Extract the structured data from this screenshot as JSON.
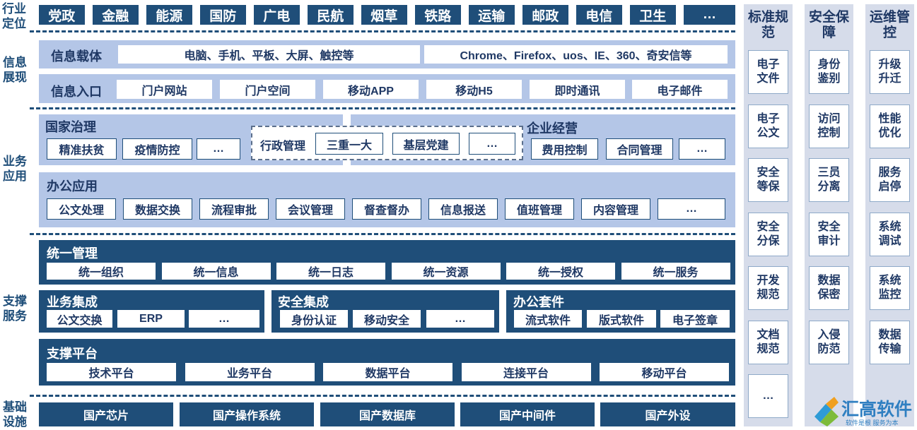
{
  "row_labels": {
    "industry": "行业定位",
    "display": "信息展现",
    "business": "业务应用",
    "support": "支撑服务",
    "infra": "基础设施"
  },
  "industry_items": [
    "党政",
    "金融",
    "能源",
    "国防",
    "广电",
    "民航",
    "烟草",
    "铁路",
    "运输",
    "邮政",
    "电信",
    "卫生",
    "…"
  ],
  "display": {
    "carrier_label": "信息载体",
    "carrier_items": [
      "电脑、手机、平板、大屏、触控等",
      "Chrome、Firefox、uos、IE、360、奇安信等"
    ],
    "entry_label": "信息入口",
    "entry_items": [
      "门户网站",
      "门户空间",
      "移动APP",
      "移动H5",
      "即时通讯",
      "电子邮件"
    ]
  },
  "business": {
    "gov_title": "国家治理",
    "gov_items": [
      "精准扶贫",
      "疫情防控",
      "…"
    ],
    "admin_label": "行政管理",
    "admin_items": [
      "三重一大",
      "基层党建",
      "…"
    ],
    "ent_title": "企业经营",
    "ent_items": [
      "费用控制",
      "合同管理",
      "…"
    ],
    "office_title": "办公应用",
    "office_items": [
      "公文处理",
      "数据交换",
      "流程审批",
      "会议管理",
      "督查督办",
      "信息报送",
      "值班管理",
      "内容管理",
      "…"
    ]
  },
  "support": {
    "unified_title": "统一管理",
    "unified_items": [
      "统一组织",
      "统一信息",
      "统一日志",
      "统一资源",
      "统一授权",
      "统一服务"
    ],
    "biz_title": "业务集成",
    "biz_items": [
      "公文交换",
      "ERP",
      "…"
    ],
    "sec_title": "安全集成",
    "sec_items": [
      "身份认证",
      "移动安全",
      "…"
    ],
    "suite_title": "办公套件",
    "suite_items": [
      "流式软件",
      "版式软件",
      "电子签章"
    ],
    "platform_title": "支撑平台",
    "platform_items": [
      "技术平台",
      "业务平台",
      "数据平台",
      "连接平台",
      "移动平台"
    ]
  },
  "infra_items": [
    "国产芯片",
    "国产操作系统",
    "国产数据库",
    "国产中间件",
    "国产外设"
  ],
  "columns": [
    {
      "title": "标准规范",
      "items": [
        "电子文件",
        "电子公文",
        "安全等保",
        "安全分保",
        "开发规范",
        "文档规范",
        "…"
      ]
    },
    {
      "title": "安全保障",
      "items": [
        "身份鉴别",
        "访问控制",
        "三员分离",
        "安全审计",
        "数据保密",
        "入侵防范"
      ]
    },
    {
      "title": "运维管控",
      "items": [
        "升级升迁",
        "性能优化",
        "服务启停",
        "系统调试",
        "系统监控",
        "数据传输"
      ]
    }
  ],
  "logo": {
    "name": "汇高软件",
    "tagline": "软件是根 服务为本"
  },
  "colors": {
    "dark": "#1f4e79",
    "light": "#b4c6e7",
    "column": "#d6dcea",
    "text": "#1f3864"
  }
}
